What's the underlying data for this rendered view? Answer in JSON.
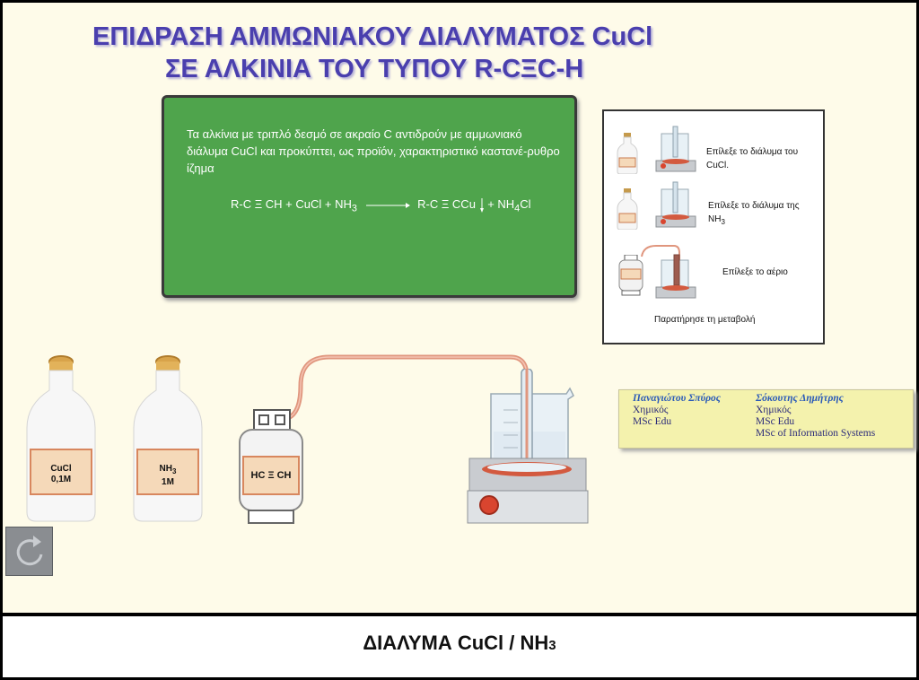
{
  "title": {
    "line1": "ΕΠΙΔΡΑΣΗ ΑΜΜΩΝΙΑΚΟΥ ΔΙΑΛΥΜΑΤΟΣ CuCl",
    "line2": "ΣΕ ΑΛΚΙΝΙΑ ΤΟΥ ΤΥΠΟΥ R-CΞC-H"
  },
  "board": {
    "text": "Τα αλκίνια με τριπλό δεσμό σε ακραίο C αντιδρούν  με αμμωνιακό διάλυμα CuCl και προκύπτει, ως προϊόν, χαρακτηριστικό καστανέ-ρυθρο ίζημα",
    "equation": {
      "left": "R-C Ξ CH + CuCl + NH",
      "left_sub": "3",
      "right": "R-C Ξ CCu",
      "right2": "+ NH",
      "right2_sub": "4",
      "right2_tail": "Cl"
    }
  },
  "steps": {
    "step1_a": "Επίλεξε το διάλυμα του",
    "step1_b": "CuCl.",
    "step2_a": "Επίλεξε το διάλυμα της",
    "step2_b": "NH",
    "step2_sub": "3",
    "step3": "Επίλεξε το αέριο",
    "step4": "Παρατήρησε τη μεταβολή"
  },
  "bottles": {
    "cucl": {
      "line1": "CuCl",
      "line2": "0,1M"
    },
    "nh3": {
      "line1": "NH",
      "line1_sub": "3",
      "line2": "1M"
    },
    "gas": {
      "label": "HC Ξ CH"
    }
  },
  "credits": {
    "author1": {
      "name": "Παναγιώτου Σπύρος",
      "line2": "Χημικός",
      "line3": "MSc Edu"
    },
    "author2": {
      "name": "Σόκουτης Δημήτρης",
      "line2": "Χημικός",
      "line3": "MSc Edu",
      "line4": "MSc of Information Systems"
    }
  },
  "footer": {
    "main": "ΔΙΑΛΥΜΑ CuCl / NH",
    "sub": "3"
  },
  "icons": {
    "reset": "refresh-icon"
  },
  "colors": {
    "title": "#4a3fae",
    "board": "#4fa44c",
    "tube": "#e0967e",
    "credits_bg": "#f4f2ad"
  }
}
